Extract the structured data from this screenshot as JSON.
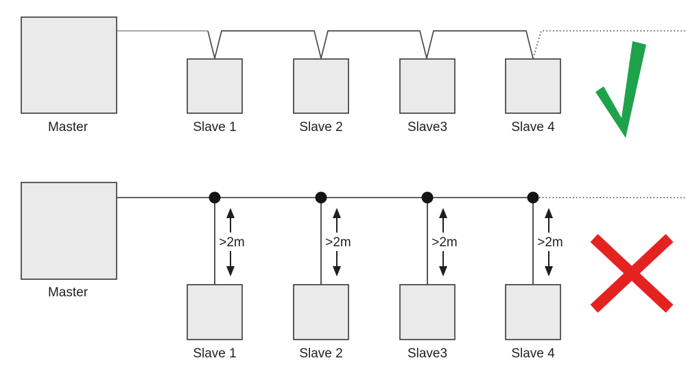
{
  "diagram": {
    "correct_section": {
      "master_label": "Master",
      "slave_labels": [
        "Slave 1",
        "Slave 2",
        "Slave3",
        "Slave 4"
      ],
      "verdict_icon": "check-icon"
    },
    "incorrect_section": {
      "master_label": "Master",
      "slave_labels": [
        "Slave 1",
        "Slave 2",
        "Slave3",
        "Slave 4"
      ],
      "stub_length_labels": [
        ">2m",
        ">2m",
        ">2m",
        ">2m"
      ],
      "verdict_icon": "cross-icon"
    },
    "colors": {
      "box_fill": "#eaeaea",
      "box_border": "#414141",
      "line": "#4a4a4a",
      "line_light": "#9b9b9b",
      "dot_black": "#141414",
      "check_green": "#1ea24b",
      "cross_red": "#e42320",
      "label_text": "#232020"
    }
  }
}
